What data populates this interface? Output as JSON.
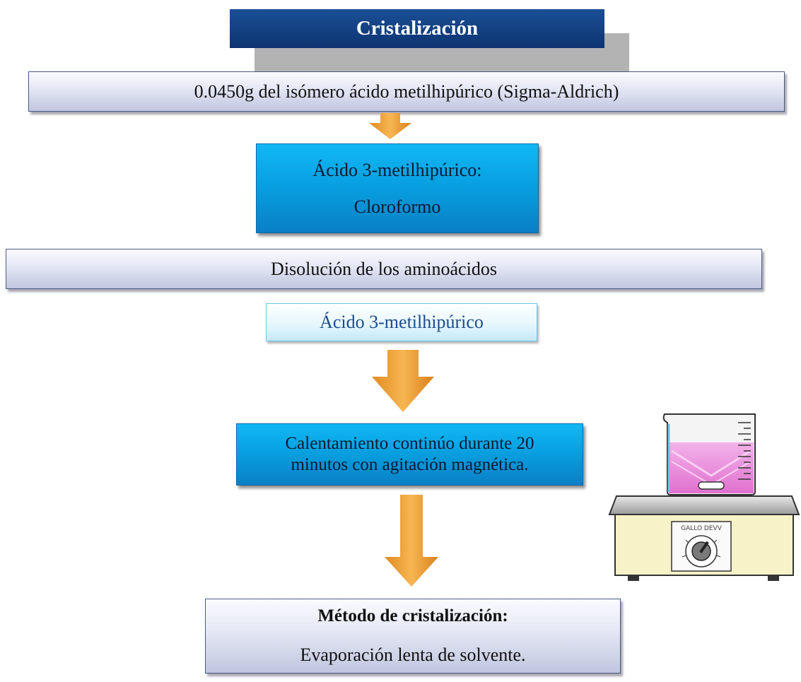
{
  "title": "Cristalización",
  "step_sample": "0.0450g del isómero ácido metilhipúrico (Sigma-Aldrich)",
  "solvent_box": {
    "line1": "Ácido 3-metilhipúrico:",
    "line2": "Cloroformo"
  },
  "dissolution": "Disolución de los aminoácidos",
  "compound": "Ácido 3-metilhipúrico",
  "heating": {
    "line1": "Calentamiento continúo durante 20",
    "line2": "minutos con agitación magnética."
  },
  "method": {
    "heading": "Método de cristalización:",
    "detail": "Evaporación lenta de solvente."
  },
  "hotplate_label": "GALLO DEVV",
  "colors": {
    "title_bg": "#0d3470",
    "arrow": "#f0a33a",
    "blue_box": "#079bdc",
    "bar": "#e3e6f4",
    "liquid": "#e98ad8"
  },
  "icons": [
    "down-arrow-icon",
    "hotplate-beaker-icon"
  ]
}
